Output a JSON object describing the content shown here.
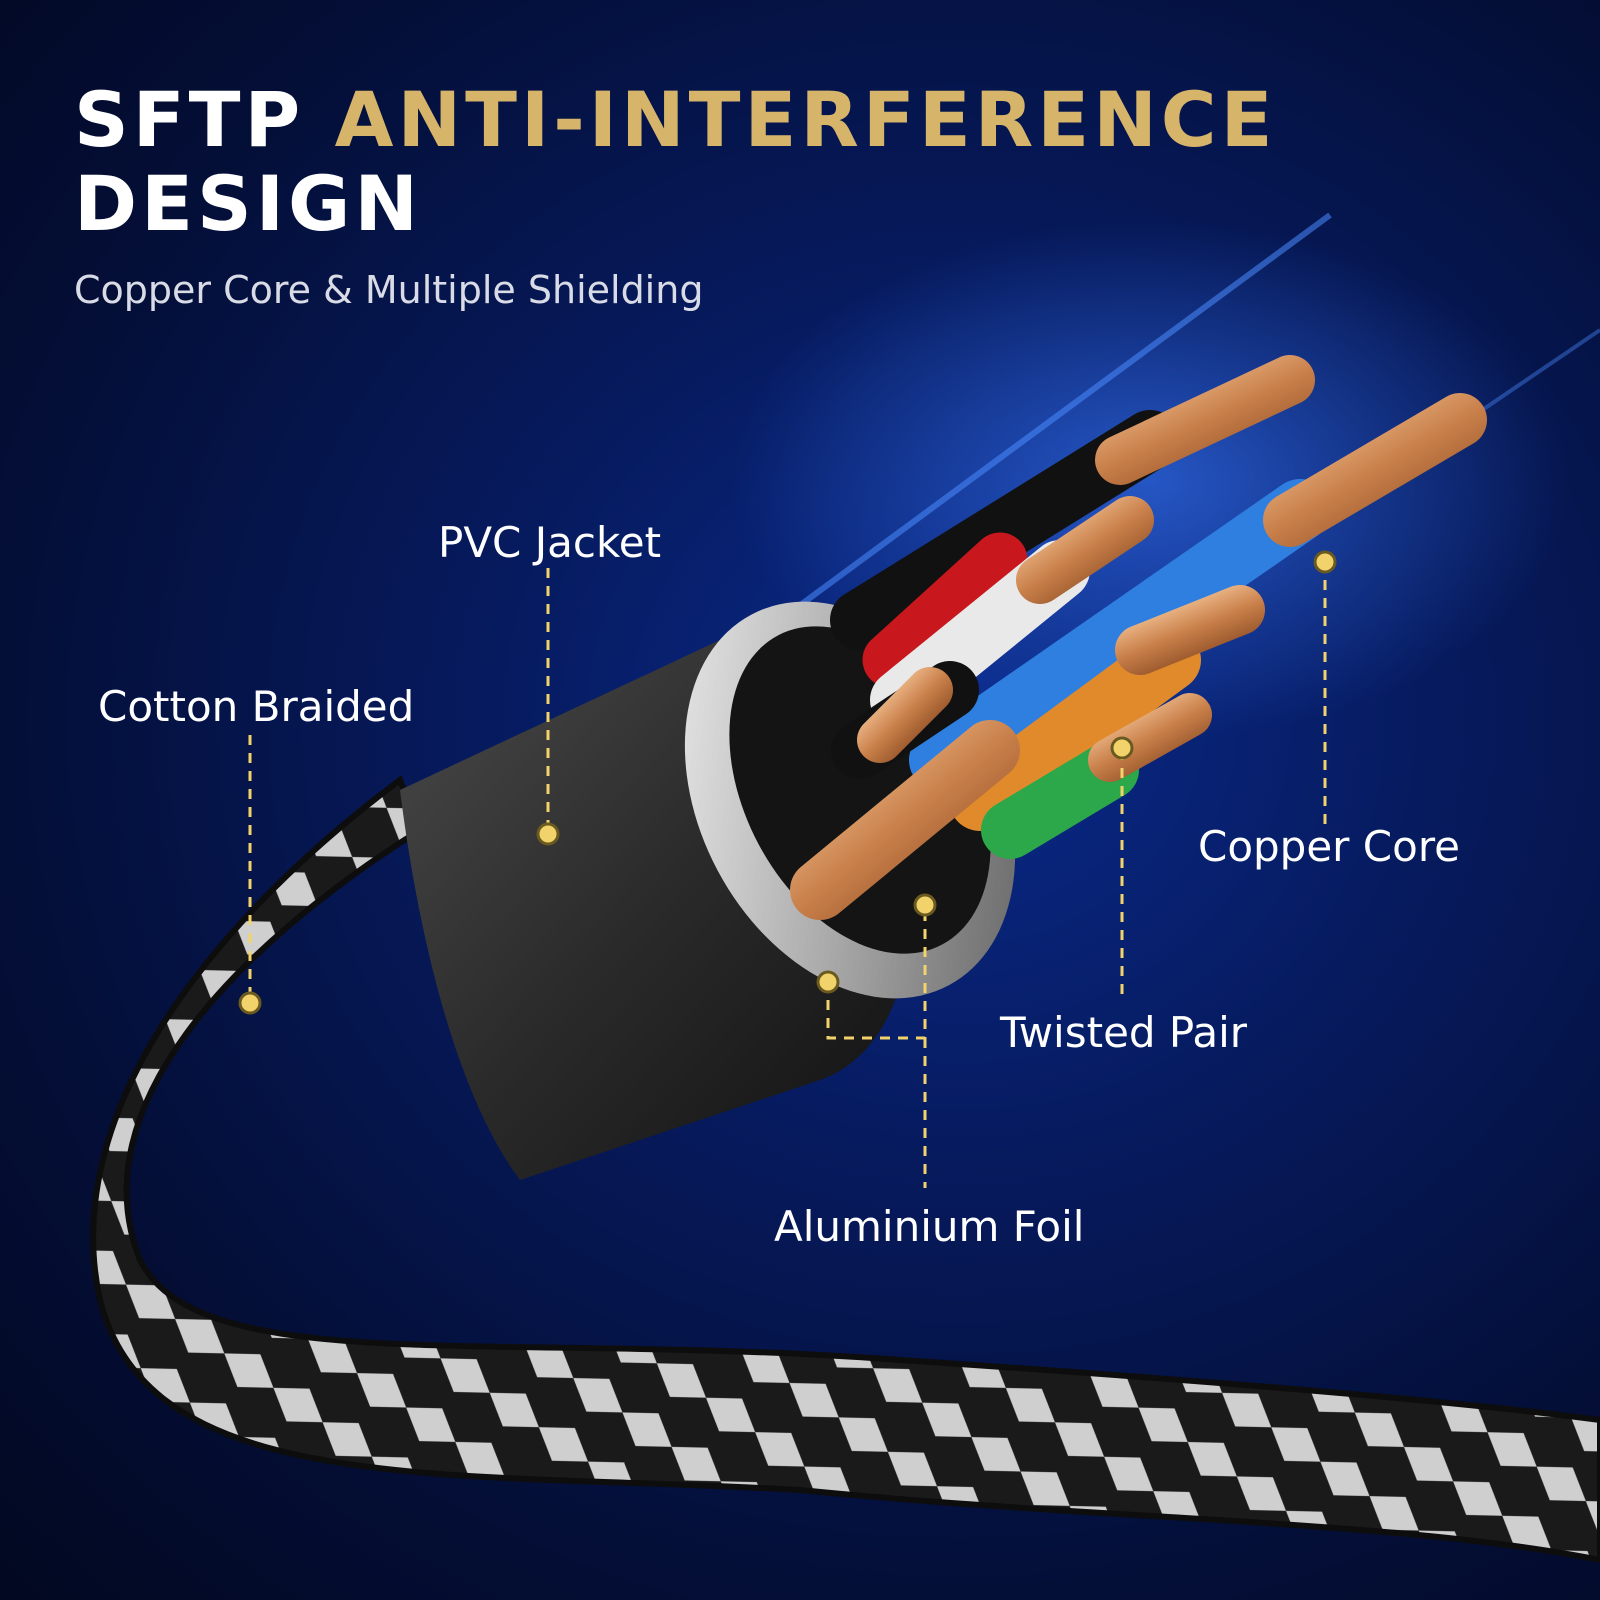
{
  "header": {
    "title_white": "SFTP",
    "title_gold": "ANTI-INTERFERENCE",
    "title_line2": "DESIGN",
    "subtitle": "Copper Core & Multiple Shielding"
  },
  "labels": {
    "cotton_braided": "Cotton Braided",
    "pvc_jacket": "PVC Jacket",
    "copper_core": "Copper Core",
    "twisted_pair": "Twisted Pair",
    "aluminium_foil": "Aluminium Foil"
  },
  "colors": {
    "accent_gold": "#d6b46a",
    "callout_yellow": "#f2d36b",
    "background": "#061a5e"
  }
}
